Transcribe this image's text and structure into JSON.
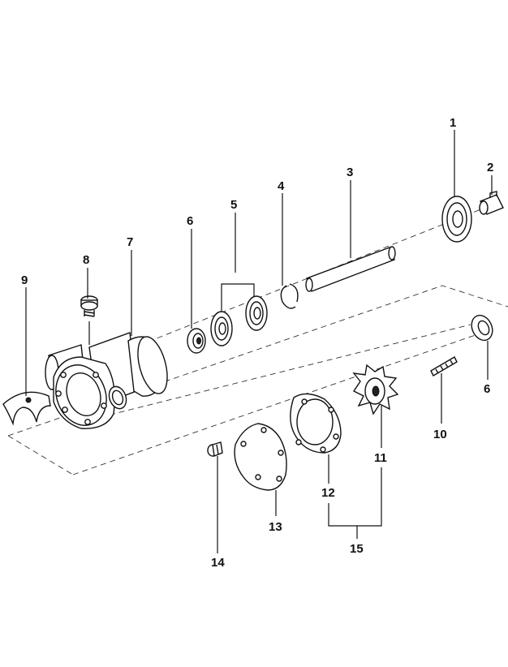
{
  "labels": {
    "p1": "1",
    "p2": "2",
    "p3": "3",
    "p4": "4",
    "p5": "5",
    "p6a": "6",
    "p6b": "6",
    "p7": "7",
    "p8": "8",
    "p9": "9",
    "p10": "10",
    "p11": "11",
    "p12": "12",
    "p13": "13",
    "p14": "14",
    "p15": "15"
  }
}
